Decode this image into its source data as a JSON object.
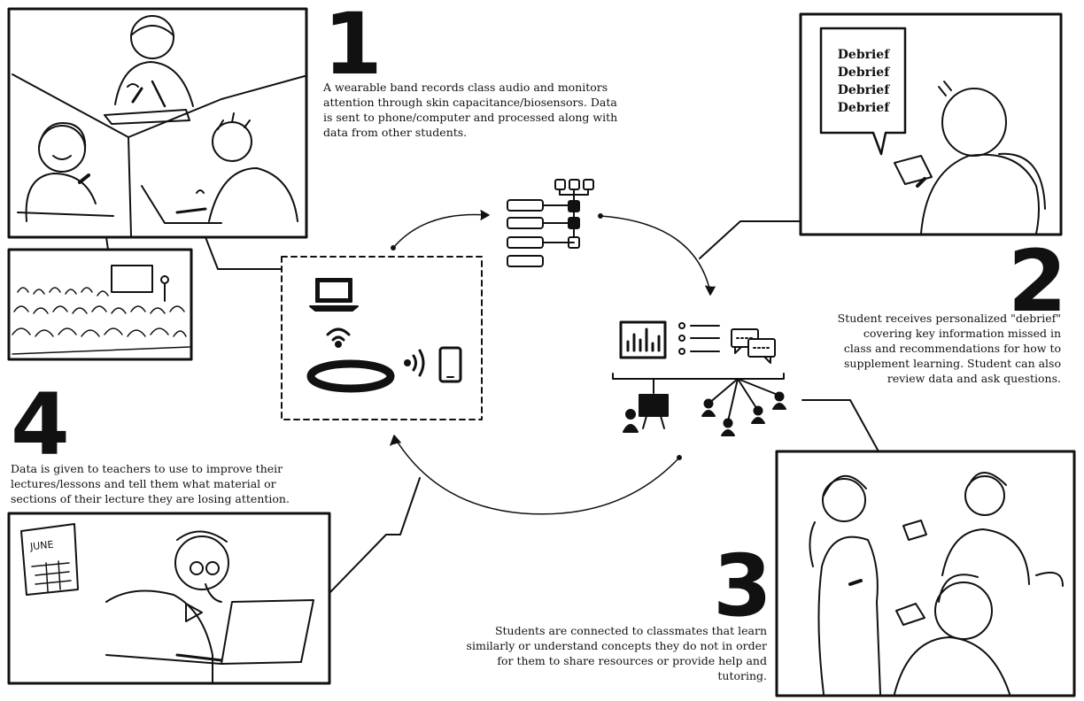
{
  "steps": [
    {
      "number": "1",
      "text": "A wearable band records class audio and monitors\nattention through skin capacitance/biosensors. Data\nis sent to phone/computer and processed along with\ndata from other students."
    },
    {
      "number": "2",
      "text": "Student receives personalized \"debrief\"\ncovering key information missed in\nclass and recommendations for how to\nsupplement learning. Student can also\nreview data and ask questions."
    },
    {
      "number": "3",
      "text": "Students are connected to classmates that learn\nsimilarly or understand concepts they do not in order\nfor them to share resources or provide help and\ntutoring."
    },
    {
      "number": "4",
      "text": "Data is given to teachers to use to improve their\nlectures/lessons and tell them what material or\nsections of their lecture they are losing attention."
    }
  ],
  "debrief_bubble": [
    "Debrief",
    "Debrief",
    "Debrief",
    "Debrief"
  ],
  "calendar_label": "JUNE"
}
